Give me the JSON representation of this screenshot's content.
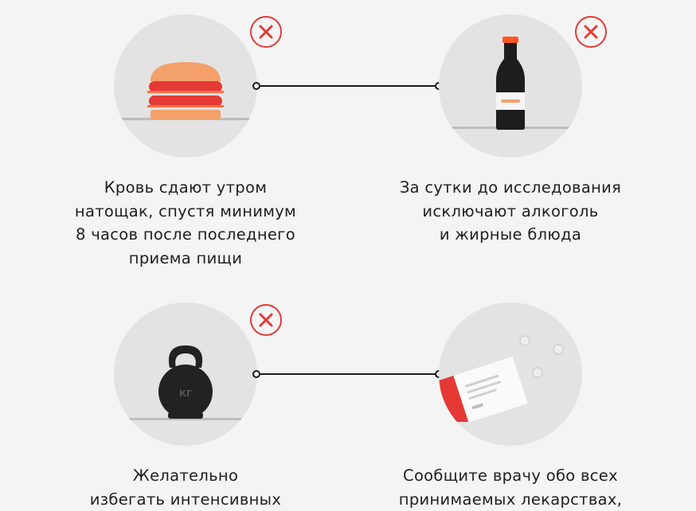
{
  "steps": [
    {
      "caption": "Кровь сдают утром\nнатощак, спустя минимум\n8 часов после последнего\nприема пищи"
    },
    {
      "caption": "За сутки до исследования\nисключают алкоголь\nи жирные блюда"
    },
    {
      "caption": "Желательно\nизбегать интенсивных"
    },
    {
      "caption": "Сообщите врачу обо всех\nпринимаемых лекарствах,"
    }
  ],
  "kettlebell_label": "КГ",
  "colors": {
    "accent": "#e53935",
    "circle": "#e3e3e3",
    "background": "#f4f4f4",
    "line": "#1a1a1a"
  },
  "icons": [
    "burger-icon",
    "beer-bottle-icon",
    "kettlebell-icon",
    "medicine-box-icon",
    "cross-icon"
  ]
}
